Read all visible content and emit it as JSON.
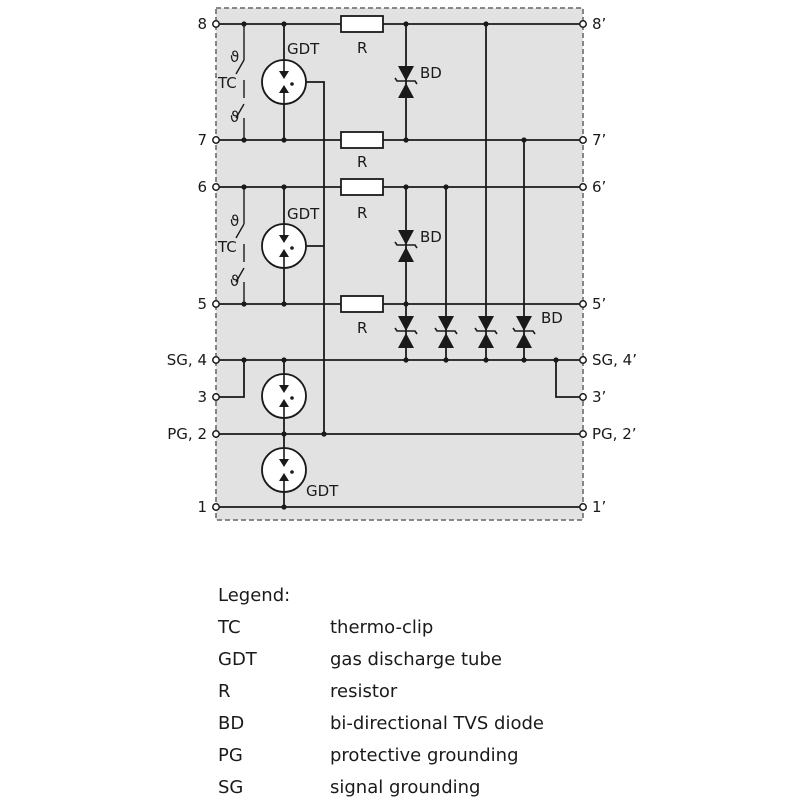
{
  "terminals": {
    "left": [
      "8",
      "7",
      "6",
      "5",
      "SG, 4",
      "3",
      "PG, 2",
      "1"
    ],
    "right": [
      "8’",
      "7’",
      "6’",
      "5’",
      "SG, 4’",
      "3’",
      "PG, 2’",
      "1’"
    ]
  },
  "components": {
    "gdt_label": "GDT",
    "resistor_label": "R",
    "tvs_label": "BD",
    "thermo_clip_label": "TC",
    "thermo_symbol": "ϑ"
  },
  "legend": {
    "title": "Legend:",
    "items": [
      {
        "abbr": "TC",
        "desc": "thermo-clip"
      },
      {
        "abbr": "GDT",
        "desc": "gas discharge tube"
      },
      {
        "abbr": "R",
        "desc": "resistor"
      },
      {
        "abbr": "BD",
        "desc": "bi-directional TVS diode"
      },
      {
        "abbr": "PG",
        "desc": "protective grounding"
      },
      {
        "abbr": "SG",
        "desc": "signal grounding"
      }
    ]
  },
  "colors": {
    "enclosure_fill": "#e2e2e2",
    "enclosure_border": "#7a7a7a",
    "line": "#1a1a1a"
  }
}
